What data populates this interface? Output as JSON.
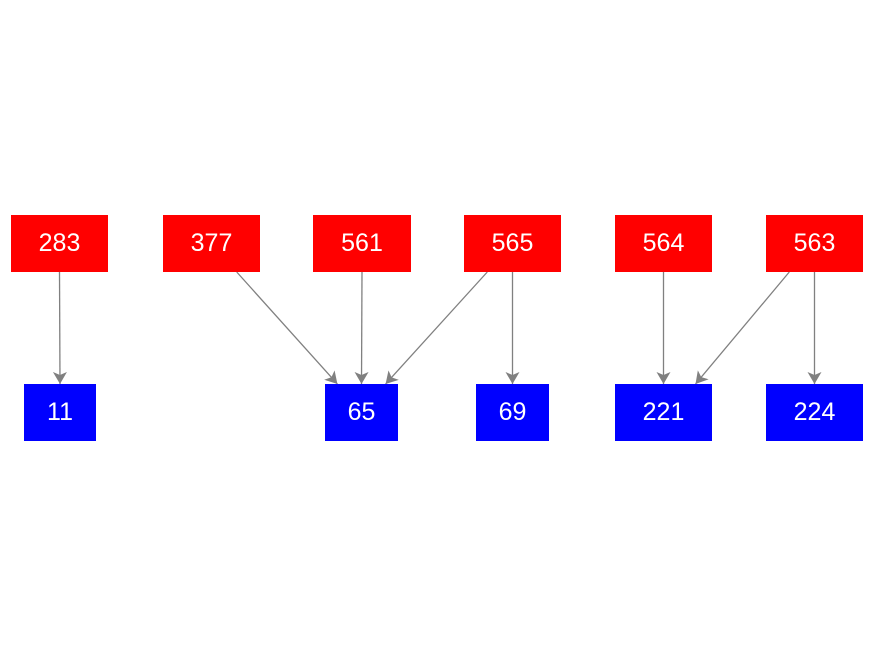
{
  "colors": {
    "source_node": "#ff0000",
    "target_node": "#0000ff",
    "edge": "#808080",
    "label": "#ffffff"
  },
  "nodes": {
    "n283": {
      "label": "283",
      "group": "source"
    },
    "n377": {
      "label": "377",
      "group": "source"
    },
    "n561": {
      "label": "561",
      "group": "source"
    },
    "n565": {
      "label": "565",
      "group": "source"
    },
    "n564": {
      "label": "564",
      "group": "source"
    },
    "n563": {
      "label": "563",
      "group": "source"
    },
    "n11": {
      "label": "11",
      "group": "target"
    },
    "n65": {
      "label": "65",
      "group": "target"
    },
    "n69": {
      "label": "69",
      "group": "target"
    },
    "n221": {
      "label": "221",
      "group": "target"
    },
    "n224": {
      "label": "224",
      "group": "target"
    }
  },
  "edges": [
    {
      "from": "283",
      "to": "11"
    },
    {
      "from": "377",
      "to": "65"
    },
    {
      "from": "561",
      "to": "65"
    },
    {
      "from": "565",
      "to": "65"
    },
    {
      "from": "565",
      "to": "69"
    },
    {
      "from": "564",
      "to": "221"
    },
    {
      "from": "563",
      "to": "221"
    },
    {
      "from": "563",
      "to": "224"
    }
  ]
}
